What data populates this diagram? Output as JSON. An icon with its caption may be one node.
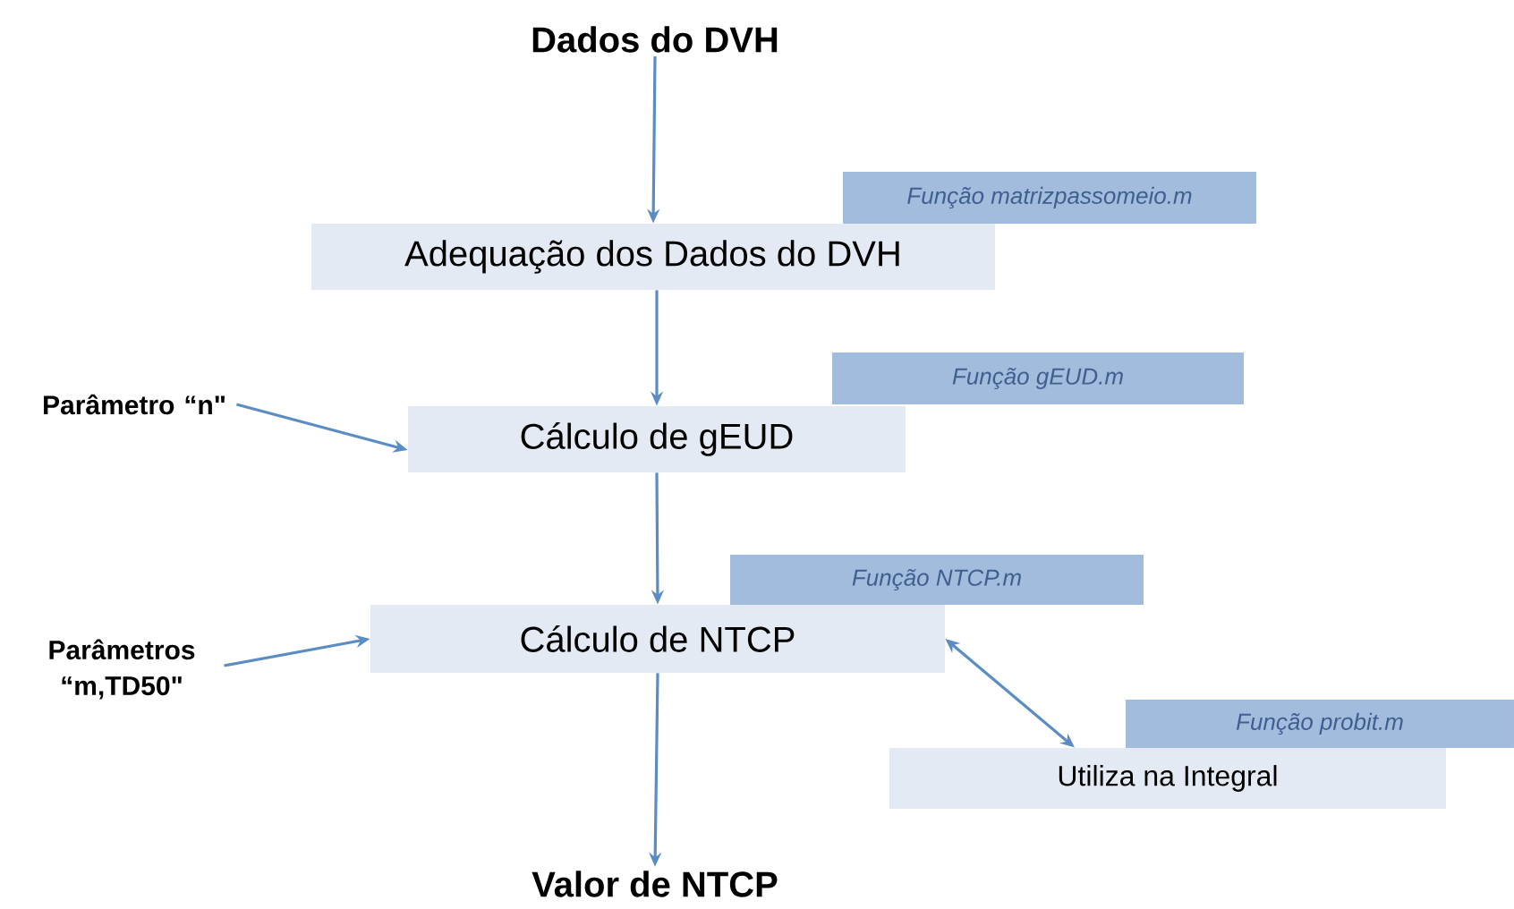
{
  "diagram": {
    "nodes": [
      {
        "text": [
          "Dados do DVH"
        ]
      },
      {
        "text": [
          "Função matrizpassomeio.m"
        ]
      },
      {
        "text": [
          "Adequação dos Dados do DVH"
        ]
      },
      {
        "text": [
          "Função gEUD.m"
        ]
      },
      {
        "text": [
          "Parâmetro “n\""
        ]
      },
      {
        "text": [
          "Cálculo de gEUD"
        ]
      },
      {
        "text": [
          "Função NTCP.m"
        ]
      },
      {
        "text": [
          "Parâmetros “m,TD50\""
        ]
      },
      {
        "text": [
          "Cálculo de NTCP"
        ]
      },
      {
        "text": [
          "Função probit.m"
        ]
      },
      {
        "text": [
          "Utiliza na Integral"
        ]
      },
      {
        "text": [
          "Valor de NTCP"
        ]
      }
    ],
    "edges": [
      {
        "from": 0,
        "to": 2,
        "arrow": "to"
      },
      {
        "from": 2,
        "to": 5,
        "arrow": "to"
      },
      {
        "from": 4,
        "to": 5,
        "arrow": "to"
      },
      {
        "from": 5,
        "to": 8,
        "arrow": "to"
      },
      {
        "from": 7,
        "to": 8,
        "arrow": "to"
      },
      {
        "from": 8,
        "to": 10,
        "arrow": "both"
      },
      {
        "from": 8,
        "to": 11,
        "arrow": "to"
      }
    ]
  }
}
